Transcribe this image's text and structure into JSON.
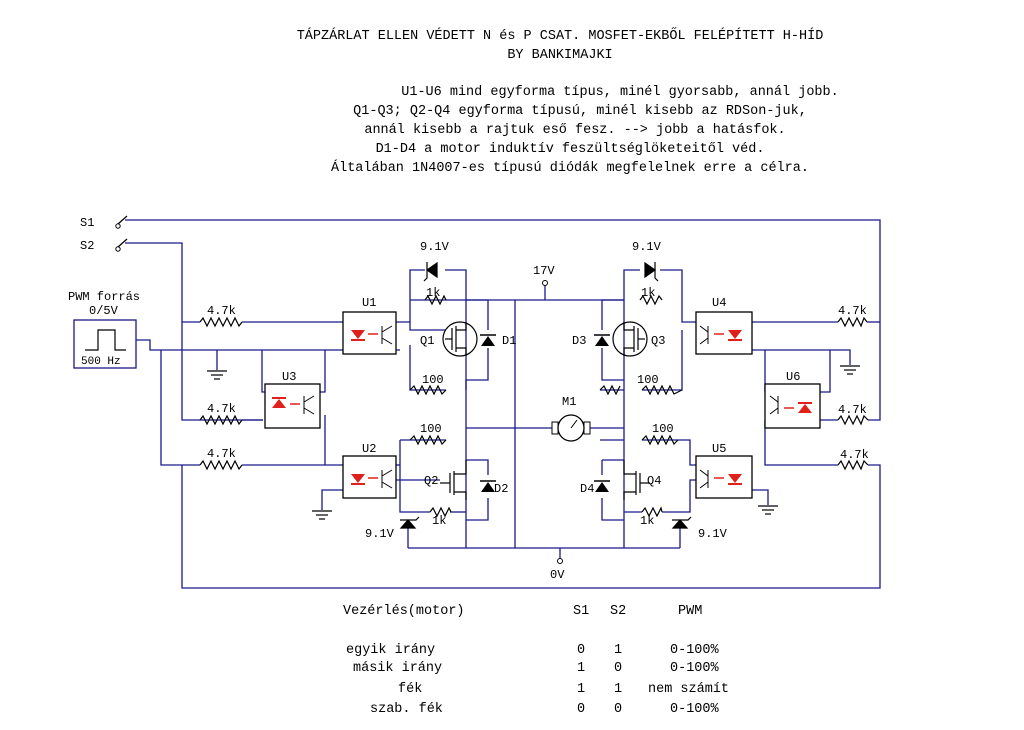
{
  "header": {
    "title": "TÁPZÁRLAT ELLEN VÉDETT N és P CSAT. MOSFET-EKBŐL FELÉPÍTETT H-HÍD",
    "author": "BY BANKIMAJKI"
  },
  "notes": [
    "U1-U6 mind egyforma típus, minél gyorsabb, annál jobb.",
    "Q1-Q3; Q2-Q4 egyforma típusú, minél kisebb az RDSon-juk,",
    "annál kisebb a rajtuk eső fesz. --> jobb a hatásfok.",
    "D1-D4 a motor induktív feszültséglöketeitől véd.",
    "Általában 1N4007-es típusú diódák megfelelnek erre a célra."
  ],
  "schematic": {
    "switches": [
      "S1",
      "S2"
    ],
    "pwm_source": {
      "label1": "PWM forrás",
      "label2": "0/5V",
      "freq": "500 Hz"
    },
    "supply": "17V",
    "ground_label": "0V",
    "motor": "M1",
    "optos": {
      "u1": "U1",
      "u2": "U2",
      "u3": "U3",
      "u4": "U4",
      "u5": "U5",
      "u6": "U6"
    },
    "mosfets": {
      "q1": "Q1",
      "q2": "Q2",
      "q3": "Q3",
      "q4": "Q4"
    },
    "diodes": {
      "d1": "D1",
      "d2": "D2",
      "d3": "D3",
      "d4": "D4"
    },
    "resistor_47k": "4.7k",
    "resistor_1k": "1k",
    "resistor_100": "100",
    "zener": "9.1V"
  },
  "control_table": {
    "headers": {
      "mode": "Vezérlés(motor)",
      "s1": "S1",
      "s2": "S2",
      "pwm": "PWM"
    },
    "rows": [
      {
        "mode": "egyik irány",
        "s1": "0",
        "s2": "1",
        "pwm": "0-100%"
      },
      {
        "mode": "másik irány",
        "s1": "1",
        "s2": "0",
        "pwm": "0-100%"
      },
      {
        "mode": "fék",
        "s1": "1",
        "s2": "1",
        "pwm": "nem számít"
      },
      {
        "mode": "szab. fék",
        "s1": "0",
        "s2": "0",
        "pwm": "0-100%"
      }
    ]
  },
  "colors": {
    "wire": "#1a1a8c",
    "led": "#e0201a",
    "component": "#000000"
  }
}
